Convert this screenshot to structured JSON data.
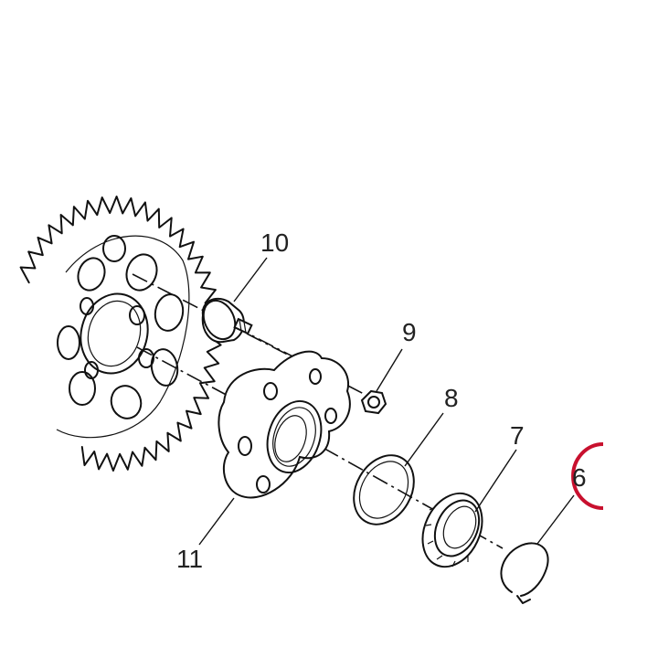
{
  "diagram": {
    "callouts": [
      {
        "id": "10",
        "text": "10"
      },
      {
        "id": "9",
        "text": "9"
      },
      {
        "id": "8",
        "text": "8"
      },
      {
        "id": "7",
        "text": "7"
      },
      {
        "id": "6",
        "text": "6"
      },
      {
        "id": "11",
        "text": "11"
      }
    ],
    "highlight_color": "#c8102e",
    "highlighted_callout": "6"
  }
}
